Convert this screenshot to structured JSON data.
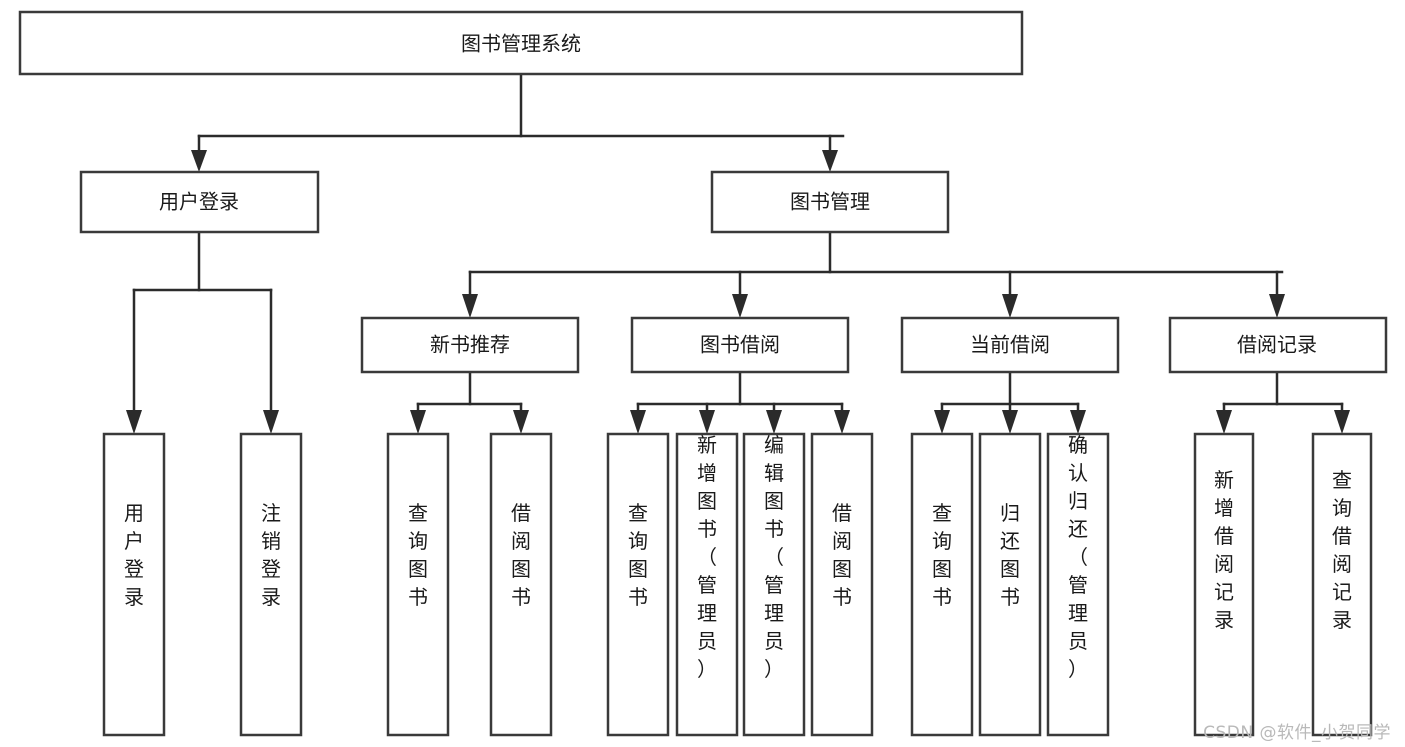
{
  "diagram": {
    "type": "tree-hierarchy",
    "orientation": "top-down",
    "root": {
      "id": "system-root",
      "label": "图书管理系统"
    },
    "level2": [
      {
        "id": "user-login",
        "label": "用户登录"
      },
      {
        "id": "book-management",
        "label": "图书管理"
      }
    ],
    "level3": [
      {
        "id": "new-book-recommend",
        "label": "新书推荐",
        "parent": "book-management"
      },
      {
        "id": "book-borrow",
        "label": "图书借阅",
        "parent": "book-management"
      },
      {
        "id": "current-borrow",
        "label": "当前借阅",
        "parent": "book-management"
      },
      {
        "id": "borrow-record",
        "label": "借阅记录",
        "parent": "book-management"
      }
    ],
    "leaves": {
      "user_login": [
        {
          "id": "leaf-user-login",
          "label": "用户登录"
        },
        {
          "id": "leaf-user-logout",
          "label": "注销登录"
        }
      ],
      "new_book_recommend": [
        {
          "id": "leaf-query-book-1",
          "label": "查询图书"
        },
        {
          "id": "leaf-borrow-book-1",
          "label": "借阅图书"
        }
      ],
      "book_borrow": [
        {
          "id": "leaf-query-book-2",
          "label": "查询图书"
        },
        {
          "id": "leaf-add-book",
          "label": "新增图书（管理员）"
        },
        {
          "id": "leaf-edit-book",
          "label": "编辑图书（管理员）"
        },
        {
          "id": "leaf-borrow-book-2",
          "label": "借阅图书"
        }
      ],
      "current_borrow": [
        {
          "id": "leaf-query-book-3",
          "label": "查询图书"
        },
        {
          "id": "leaf-return-book",
          "label": "归还图书"
        },
        {
          "id": "leaf-confirm-return",
          "label": "确认归还（管理员）"
        }
      ],
      "borrow_record": [
        {
          "id": "leaf-add-record",
          "label": "新增借阅记录"
        },
        {
          "id": "leaf-query-record",
          "label": "查询借阅记录"
        }
      ]
    }
  },
  "watermark": {
    "label": "CSDN @软件_小贺同学"
  },
  "colors": {
    "background": "#ffffff",
    "box_fill": "#ffffff",
    "box_stroke": "#3a3a3a",
    "connector": "#2b2b2b",
    "text": "#1a1a1a",
    "watermark": "#b9b9b9"
  }
}
